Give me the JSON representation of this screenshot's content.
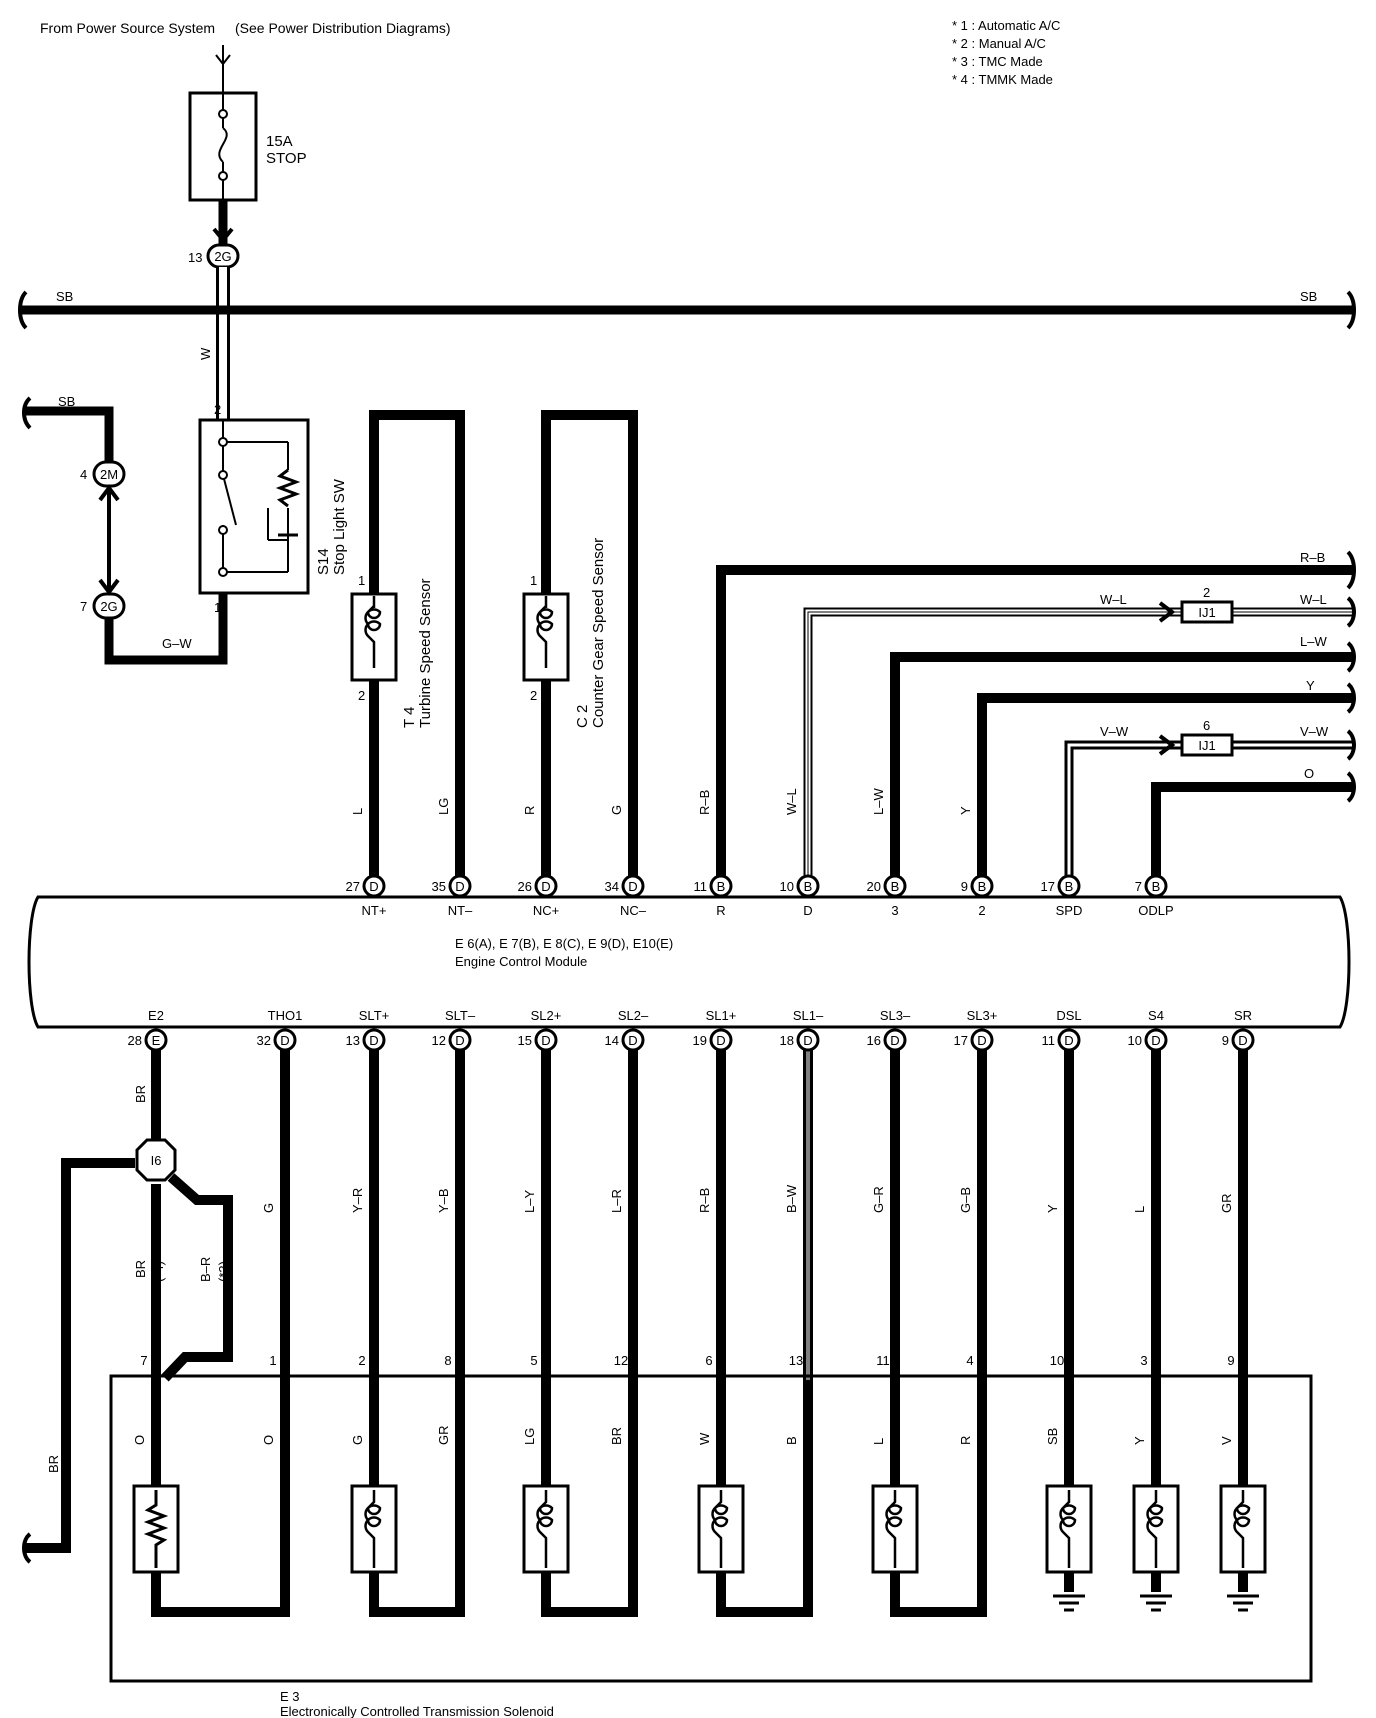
{
  "header": {
    "source": "From Power Source System",
    "source_ref": "(See Power Distribution Diagrams)"
  },
  "notes": [
    "* 1 : Automatic A/C",
    "* 2 : Manual A/C",
    "* 3 : TMC Made",
    "* 4 : TMMK Made"
  ],
  "fuse": {
    "rating": "15A",
    "name": "STOP"
  },
  "bus_labels": {
    "left": "SB",
    "right": "SB",
    "branch": "SB"
  },
  "connectors": {
    "c2g_top": "2G",
    "c2m": "2M",
    "c2g": "2G",
    "pin_13": "13",
    "pin_4": "4",
    "pin_7": "7",
    "ij1": "IJ1",
    "i6": "I6"
  },
  "stop_light_sw": {
    "code": "S14",
    "name": "Stop Light SW",
    "pin_top": "2",
    "pin_bottom": "1",
    "wire_top": "W",
    "wire_bottom": "G–W"
  },
  "turbine_sensor": {
    "code": "T 4",
    "name": "Turbine Speed Sensor",
    "pin_top": "1",
    "pin_bottom": "2"
  },
  "counter_sensor": {
    "code": "C 2",
    "name": "Counter Gear Speed Sensor",
    "pin_top": "1",
    "pin_bottom": "2"
  },
  "ecm": {
    "connectors": "E 6(A), E 7(B), E 8(C), E 9(D), E10(E)",
    "name": "Engine Control Module",
    "top_pins": [
      {
        "pin": "27",
        "conn": "D",
        "term": "NT+",
        "wire": "L"
      },
      {
        "pin": "35",
        "conn": "D",
        "term": "NT–",
        "wire": "LG"
      },
      {
        "pin": "26",
        "conn": "D",
        "term": "NC+",
        "wire": "R"
      },
      {
        "pin": "34",
        "conn": "D",
        "term": "NC–",
        "wire": "G"
      },
      {
        "pin": "11",
        "conn": "B",
        "term": "R",
        "wire": "R–B"
      },
      {
        "pin": "10",
        "conn": "B",
        "term": "D",
        "wire": "W–L"
      },
      {
        "pin": "20",
        "conn": "B",
        "term": "3",
        "wire": "L–W"
      },
      {
        "pin": "9",
        "conn": "B",
        "term": "2",
        "wire": "Y"
      },
      {
        "pin": "17",
        "conn": "B",
        "term": "SPD",
        "wire": ""
      },
      {
        "pin": "7",
        "conn": "B",
        "term": "ODLP",
        "wire": ""
      }
    ],
    "bottom_pins": [
      {
        "pin": "28",
        "conn": "E",
        "term": "E2",
        "wire": "BR"
      },
      {
        "pin": "32",
        "conn": "D",
        "term": "THO1",
        "wire": "G"
      },
      {
        "pin": "13",
        "conn": "D",
        "term": "SLT+",
        "wire": "Y–R"
      },
      {
        "pin": "12",
        "conn": "D",
        "term": "SLT–",
        "wire": "Y–B"
      },
      {
        "pin": "15",
        "conn": "D",
        "term": "SL2+",
        "wire": "L–Y"
      },
      {
        "pin": "14",
        "conn": "D",
        "term": "SL2–",
        "wire": "L–R"
      },
      {
        "pin": "19",
        "conn": "D",
        "term": "SL1+",
        "wire": "R–B"
      },
      {
        "pin": "18",
        "conn": "D",
        "term": "SL1–",
        "wire": "B–W"
      },
      {
        "pin": "16",
        "conn": "D",
        "term": "SL3–",
        "wire": "G–R"
      },
      {
        "pin": "17",
        "conn": "D",
        "term": "SL3+",
        "wire": "G–B"
      },
      {
        "pin": "11",
        "conn": "D",
        "term": "DSL",
        "wire": "Y"
      },
      {
        "pin": "10",
        "conn": "D",
        "term": "S4",
        "wire": "L"
      },
      {
        "pin": "9",
        "conn": "D",
        "term": "SR",
        "wire": "GR"
      }
    ]
  },
  "right_wires": [
    {
      "label": "R–B"
    },
    {
      "label": "W–L",
      "left_label": "W–L",
      "pin": "2"
    },
    {
      "label": "L–W"
    },
    {
      "label": "Y"
    },
    {
      "label": "V–W",
      "left_label": "V–W",
      "pin": "6"
    },
    {
      "label": "O"
    }
  ],
  "i6_branches": {
    "br_top": "BR",
    "br_down": "BR",
    "br_left": "BR",
    "br_r": "B–R",
    "note4": "(*4)",
    "note3": "(*3)"
  },
  "solenoid": {
    "code": "E 3",
    "name": "Electronically Controlled Transmission Solenoid",
    "pins": [
      {
        "pin": "7",
        "wire": "O"
      },
      {
        "pin": "1",
        "wire": "O"
      },
      {
        "pin": "2",
        "wire": "G"
      },
      {
        "pin": "8",
        "wire": "GR"
      },
      {
        "pin": "5",
        "wire": "LG"
      },
      {
        "pin": "12",
        "wire": "BR"
      },
      {
        "pin": "6",
        "wire": "W"
      },
      {
        "pin": "13",
        "wire": "B"
      },
      {
        "pin": "11",
        "wire": "L"
      },
      {
        "pin": "4",
        "wire": "R"
      },
      {
        "pin": "10",
        "wire": "SB"
      },
      {
        "pin": "3",
        "wire": "Y"
      },
      {
        "pin": "9",
        "wire": "V"
      }
    ]
  }
}
